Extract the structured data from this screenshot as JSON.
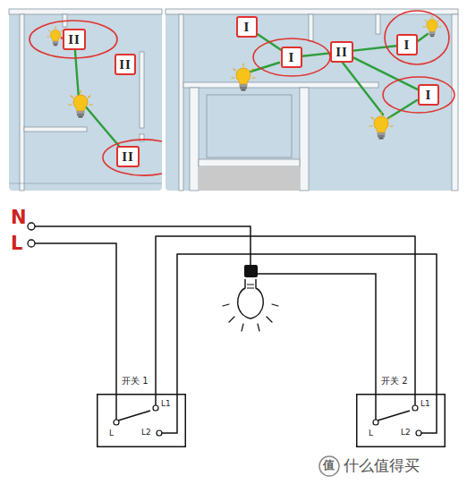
{
  "diagram": {
    "nodes": [
      {
        "text": [
          "II"
        ]
      },
      {
        "text": [
          "II"
        ]
      },
      {
        "text": [
          "II"
        ]
      },
      {
        "text": [
          "I"
        ]
      },
      {
        "text": [
          "I"
        ]
      },
      {
        "text": [
          "II"
        ]
      },
      {
        "text": [
          "I"
        ]
      },
      {
        "text": [
          "I"
        ]
      },
      {
        "text": [
          "开关 1",
          "L",
          "L1",
          "L2"
        ]
      },
      {
        "text": [
          "开关 2",
          "L",
          "L1",
          "L2"
        ]
      }
    ],
    "edges": [
      {
        "from": 0,
        "to": 2,
        "arrow": "none"
      },
      {
        "from": 3,
        "to": 4,
        "arrow": "none"
      },
      {
        "from": 4,
        "to": 5,
        "arrow": "none"
      },
      {
        "from": 5,
        "to": 6,
        "arrow": "none"
      },
      {
        "from": 5,
        "to": 7,
        "arrow": "none"
      },
      {
        "from": 8,
        "to": 9,
        "arrow": "none"
      },
      {
        "from": 8,
        "to": 9,
        "arrow": "none"
      }
    ],
    "labels": [
      "N",
      "L",
      "值",
      "什么值得买"
    ]
  }
}
